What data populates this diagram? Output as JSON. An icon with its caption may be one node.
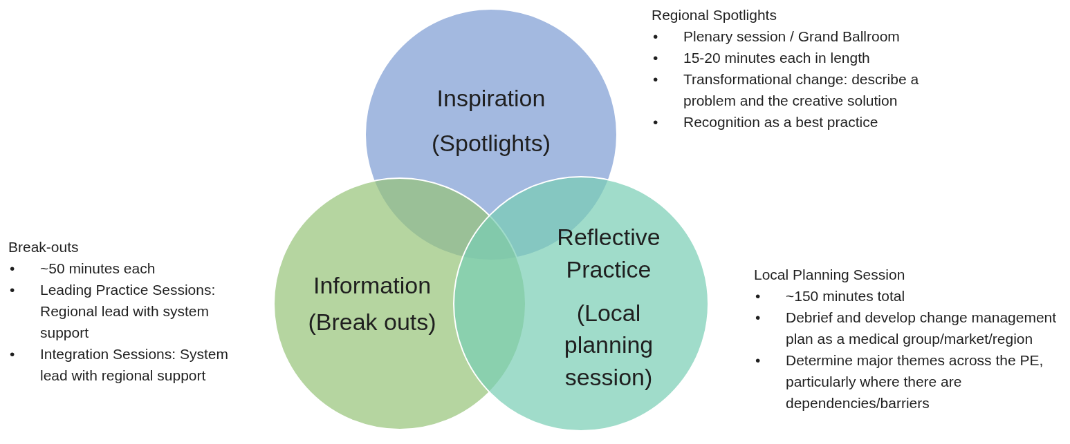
{
  "diagram": {
    "nodes": [
      {
        "text": [
          "Inspiration",
          "(Spotlights)"
        ]
      },
      {
        "text": [
          "Information",
          "(Break outs)"
        ]
      },
      {
        "text": [
          "Reflective Practice",
          "(Local planning session)"
        ]
      }
    ],
    "labels": [
      "Regional Spotlights",
      "•",
      "Plenary session / Grand Ballroom",
      "•",
      "15-20 minutes each in length",
      "•",
      "Transformational change: describe a problem and the creative solution",
      "•",
      "Recognition as a best practice",
      "Break-outs",
      "•",
      "~50 minutes each",
      "•",
      "Leading Practice Sessions: Regional lead with system support",
      "•",
      "Integration Sessions: System lead with regional support",
      "Local Planning Session",
      "•",
      "~150 minutes total",
      "•",
      "Debrief and develop change management plan as a medical group/market/region",
      "•",
      "Determine major themes across the PE, particularly where there are dependencies/barriers"
    ]
  }
}
